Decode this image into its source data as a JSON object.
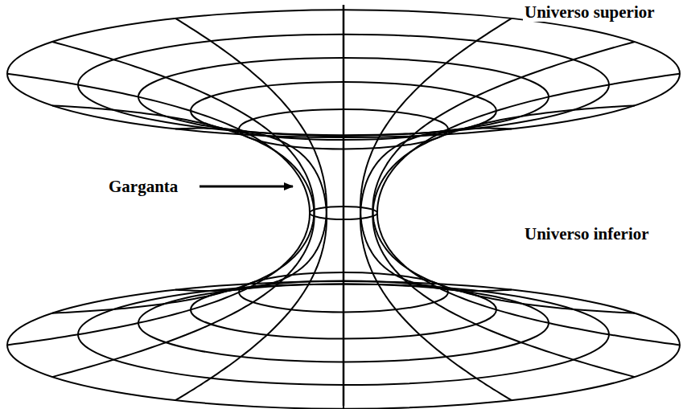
{
  "diagram": {
    "labels": [
      "Universo superior",
      "Garganta",
      "Universo inferior"
    ]
  }
}
